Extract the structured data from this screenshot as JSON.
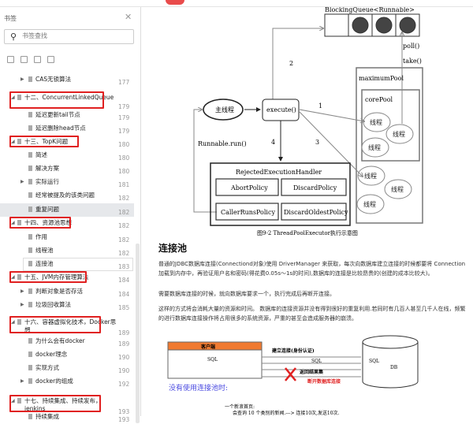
{
  "sidebar": {
    "title": "书签",
    "search_placeholder": "书签查找",
    "items": [
      {
        "label": "CAS无锁算法",
        "page": "177"
      },
      {
        "label": "十二、ConcurrentLinkedQueue",
        "page": "179"
      },
      {
        "label": "延迟更新tail节点",
        "page": "179"
      },
      {
        "label": "延迟删除head节点",
        "page": "179"
      },
      {
        "label": "十三、TopK问题",
        "page": "180"
      },
      {
        "label": "简述",
        "page": "180"
      },
      {
        "label": "解决方案",
        "page": "180"
      },
      {
        "label": "实际运行",
        "page": "181"
      },
      {
        "label": "经常被提及的该类问题",
        "page": "182"
      },
      {
        "label": "重复问题",
        "page": "182"
      },
      {
        "label": "十四、资源池思想",
        "page": "182"
      },
      {
        "label": "作用",
        "page": "182"
      },
      {
        "label": "线程池",
        "page": "182"
      },
      {
        "label": "连接池",
        "page": "183"
      },
      {
        "label": "十五、JVM内存管理算法",
        "page": "184"
      },
      {
        "label": "判断对象是否存活",
        "page": "184"
      },
      {
        "label": "垃圾回收算法",
        "page": "185"
      },
      {
        "label": "十六、容器虚拟化技术，Docker思想",
        "page": "189"
      },
      {
        "label": "为什么会有docker",
        "page": "189"
      },
      {
        "label": "docker理念",
        "page": "190"
      },
      {
        "label": "实现方式",
        "page": "190"
      },
      {
        "label": "docker的组成",
        "page": "192"
      },
      {
        "label": "十七、持续集成、持续发布，jenkins",
        "page": "193"
      },
      {
        "label": "持续集成",
        "page": "193"
      }
    ]
  },
  "diagram": {
    "queue": "BlockingQueue<Runnable>",
    "poll": "poll()",
    "take": "take()",
    "max_pool": "maximumPool",
    "core_pool": "corePool",
    "thread": "线程",
    "main_thread": "主线程",
    "execute": "execute()",
    "run": "Runnable.run()",
    "n1": "1",
    "n2": "2",
    "n3": "3",
    "n4": "4",
    "handler": "RejectedExecutionHandler",
    "abort": "AbortPolicy",
    "discard": "DiscardPolicy",
    "caller": "CallerRunsPolicy",
    "oldest": "DiscardOldestPolicy",
    "caption": "图9-2  ThreadPoolExecutor执行示意图"
  },
  "content": {
    "heading": "连接池",
    "p1": "普通的JDBC数据库连接(Connectiond对象)使用 DriverManager 来获取，每次向数据库建立连接的时候都要将 Connection 加载到内存中，再验证用户名和密码(得花费0.05s～1s的时间),数据库的连接是比较昂贵的(创建的成本比较大)。",
    "p2": "需要数据库连接的时候，就向数据库要求一个，执行完成后再断开连接。",
    "p3": "这样的方式将会消耗大量的资源和时间。 数据库的连接资源并没有得到很好的重复利用.若同时有几百人甚至几千人在线，频繁的进行数据库连接操作将占用很多的系统资源，严重的甚至会造成服务器的崩溃。"
  },
  "figure2": {
    "client": "客户端",
    "sql": "SQL",
    "db": "DB",
    "connect": "建立连接(身份认证)",
    "return": "返回结果集",
    "disconnect": "断开数据库连接",
    "no_pool": "没有使用连接池时:",
    "note1": "一个新浪首页:",
    "note2": "会查询  10  个类别的新闻.---> 连接10次,发送10次."
  },
  "colors": {
    "highlight": "#e02020",
    "client_header": "#f07a30",
    "no_pool": "#4a4ae0"
  }
}
